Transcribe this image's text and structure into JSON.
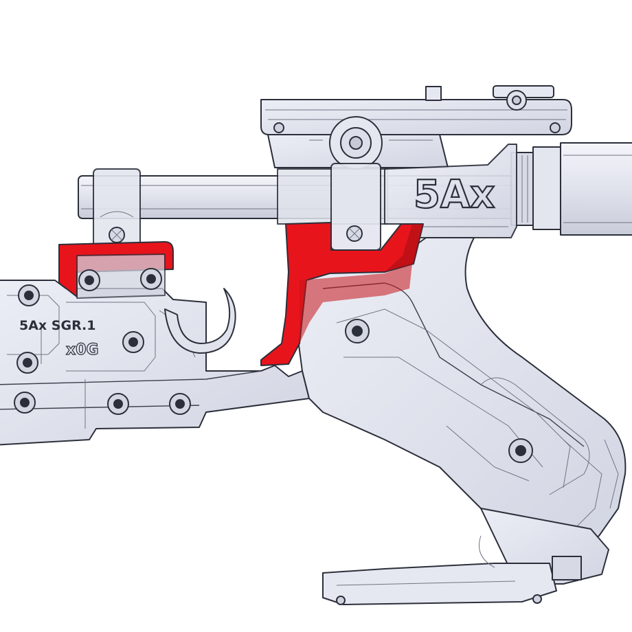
{
  "drawing": {
    "labels": {
      "brand_logo": "5Ax",
      "model_text": "5Ax SGR.1",
      "mirror_text": "x0G"
    },
    "colors": {
      "background": "#ffffff",
      "body_fill": "#e3e5ef",
      "body_fill_dark": "#cfd2df",
      "highlight_red": "#e8141c",
      "highlight_red_shade": "#b80f16",
      "line": "#2b2f3a"
    }
  }
}
